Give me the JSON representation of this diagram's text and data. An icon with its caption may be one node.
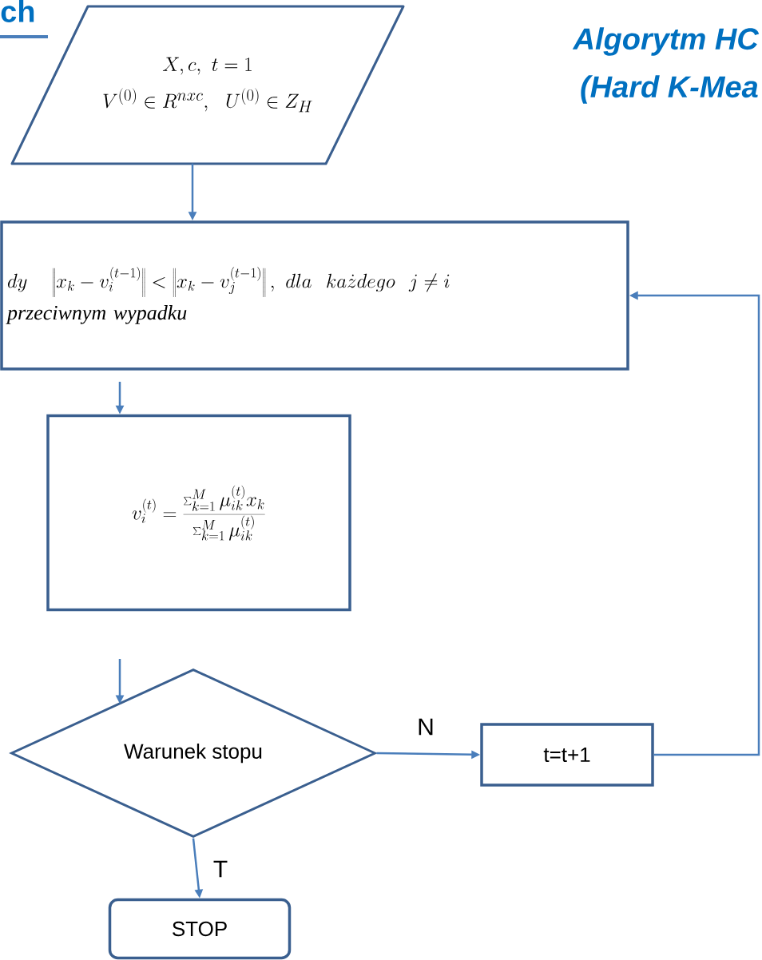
{
  "diagram": {
    "nodes": [
      {
        "text": [
          "X, c,\\ t=1",
          "V^{(0)} \\in R^{nxc},\\ \\ U^{(0)} \\in Z_H"
        ]
      },
      {
        "text": [
          "dy\\quad \\left\\| x_k - v_i^{(t-1)} \\right\\| < \\left\\| x_k - v_j^{(t-1)} \\right\\|,\\ dla\\ \\ ka\\dot{z}dego\\ \\ j \\neq i",
          "przeciwnym wypadku"
        ]
      },
      {
        "text": [
          "v_i^{(t)} = \\frac{\\sum_{k=1}^{M} \\mu_{ik}^{(t)} x_k}{\\sum_{k=1}^{M} \\mu_{ik}^{(t)}}"
        ]
      },
      {
        "text": [
          "Warunek stopu"
        ]
      },
      {
        "text": [
          "t=t+1"
        ]
      },
      {
        "text": [
          "STOP"
        ]
      }
    ],
    "edges": [
      {
        "from": 0,
        "to": 1,
        "arrow": "to"
      },
      {
        "from": null,
        "to": 2,
        "arrow": "to"
      },
      {
        "from": null,
        "to": 3,
        "arrow": "to"
      },
      {
        "from": 3,
        "to": 4,
        "label": "N",
        "arrow": "to"
      },
      {
        "from": 4,
        "to": 1,
        "arrow": "to"
      },
      {
        "from": 3,
        "to": 5,
        "label": "T",
        "arrow": "to"
      }
    ],
    "labels": [
      "ch",
      "Algorytm HC",
      "(Hard K-Mea"
    ]
  }
}
